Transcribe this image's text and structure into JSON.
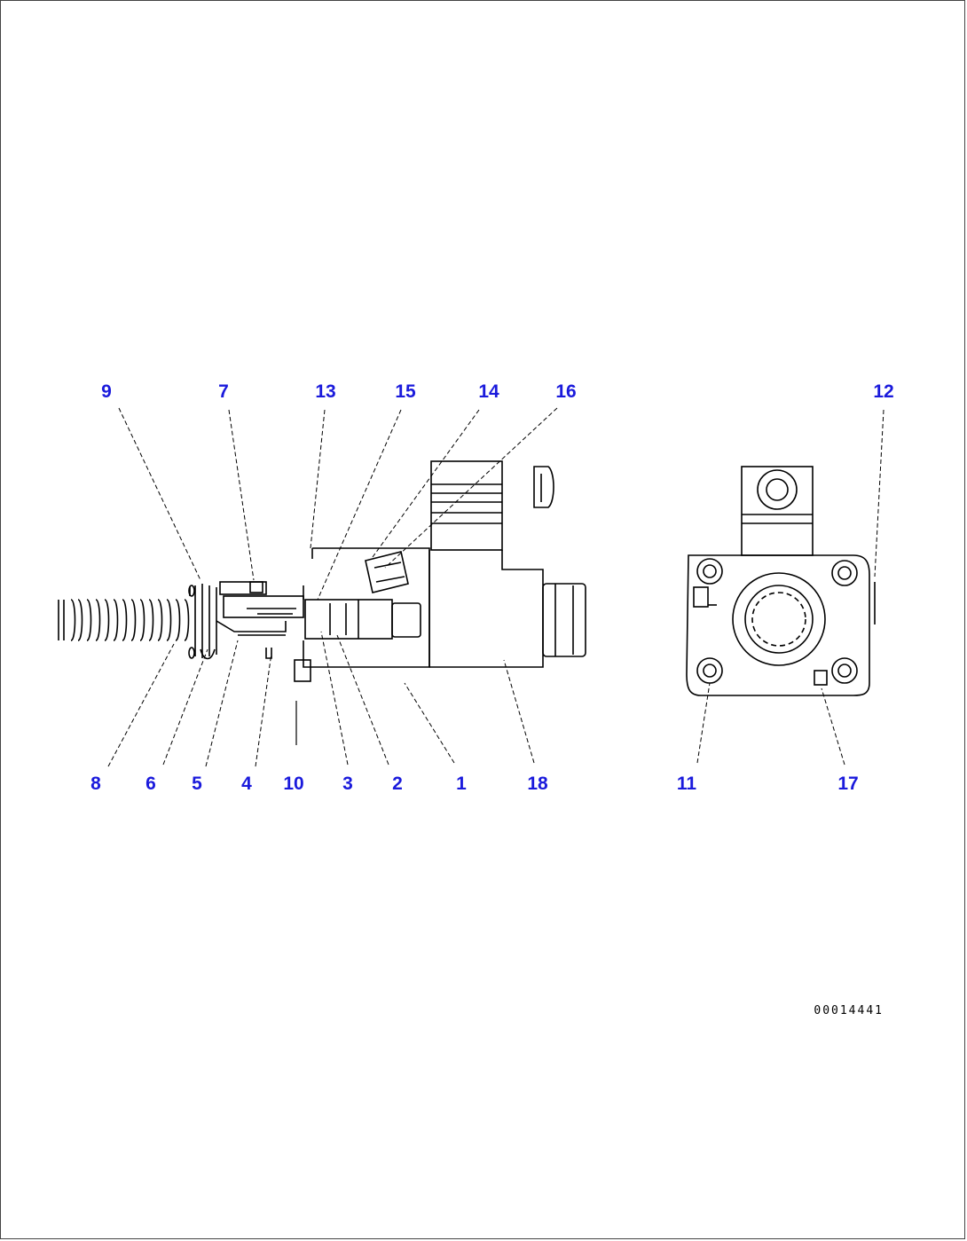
{
  "diagram": {
    "callouts": [
      {
        "id": "9",
        "label": "9"
      },
      {
        "id": "7",
        "label": "7"
      },
      {
        "id": "13",
        "label": "13"
      },
      {
        "id": "15",
        "label": "15"
      },
      {
        "id": "14",
        "label": "14"
      },
      {
        "id": "16",
        "label": "16"
      },
      {
        "id": "12",
        "label": "12"
      },
      {
        "id": "8",
        "label": "8"
      },
      {
        "id": "6",
        "label": "6"
      },
      {
        "id": "5",
        "label": "5"
      },
      {
        "id": "4",
        "label": "4"
      },
      {
        "id": "10",
        "label": "10"
      },
      {
        "id": "3",
        "label": "3"
      },
      {
        "id": "2",
        "label": "2"
      },
      {
        "id": "1",
        "label": "1"
      },
      {
        "id": "18",
        "label": "18"
      },
      {
        "id": "11",
        "label": "11"
      },
      {
        "id": "17",
        "label": "17"
      }
    ],
    "reference_code": "00014441",
    "colors": {
      "callout": "#1a1adc",
      "linework": "#000000",
      "background": "#ffffff"
    }
  }
}
